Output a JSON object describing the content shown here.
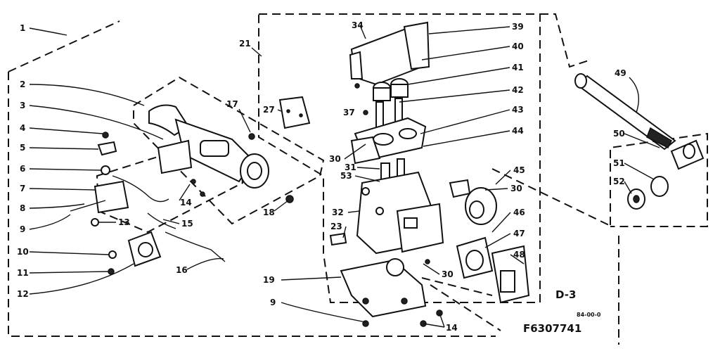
{
  "figure_id": "D-3",
  "part_number": "F6307741",
  "code": "84-00-0",
  "callouts": [
    {
      "id": "c1",
      "text": "1"
    },
    {
      "id": "c2",
      "text": "2"
    },
    {
      "id": "c3",
      "text": "3"
    },
    {
      "id": "c4",
      "text": "4"
    },
    {
      "id": "c5",
      "text": "5"
    },
    {
      "id": "c6",
      "text": "6"
    },
    {
      "id": "c7",
      "text": "7"
    },
    {
      "id": "c8",
      "text": "8"
    },
    {
      "id": "c9",
      "text": "9"
    },
    {
      "id": "c10",
      "text": "10"
    },
    {
      "id": "c11",
      "text": "11"
    },
    {
      "id": "c12",
      "text": "12"
    },
    {
      "id": "c13",
      "text": "13"
    },
    {
      "id": "c14a",
      "text": "14"
    },
    {
      "id": "c15",
      "text": "15"
    },
    {
      "id": "c16",
      "text": "16"
    },
    {
      "id": "c17",
      "text": "17"
    },
    {
      "id": "c18",
      "text": "18"
    },
    {
      "id": "c19",
      "text": "19"
    },
    {
      "id": "c9b",
      "text": "9"
    },
    {
      "id": "c14b",
      "text": "14"
    },
    {
      "id": "c21",
      "text": "21"
    },
    {
      "id": "c27",
      "text": "27"
    },
    {
      "id": "c34",
      "text": "34"
    },
    {
      "id": "c37",
      "text": "37"
    },
    {
      "id": "c39",
      "text": "39"
    },
    {
      "id": "c40",
      "text": "40"
    },
    {
      "id": "c41",
      "text": "41"
    },
    {
      "id": "c42",
      "text": "42"
    },
    {
      "id": "c43",
      "text": "43"
    },
    {
      "id": "c44",
      "text": "44"
    },
    {
      "id": "c30a",
      "text": "30"
    },
    {
      "id": "c31",
      "text": "31"
    },
    {
      "id": "c53",
      "text": "53"
    },
    {
      "id": "c32",
      "text": "32"
    },
    {
      "id": "c23",
      "text": "23"
    },
    {
      "id": "c30b",
      "text": "30"
    },
    {
      "id": "c30c",
      "text": "30"
    },
    {
      "id": "c45",
      "text": "45"
    },
    {
      "id": "c46",
      "text": "46"
    },
    {
      "id": "c47",
      "text": "47"
    },
    {
      "id": "c48",
      "text": "48"
    },
    {
      "id": "c49",
      "text": "49"
    },
    {
      "id": "c50",
      "text": "50"
    },
    {
      "id": "c51",
      "text": "51"
    },
    {
      "id": "c52",
      "text": "52"
    }
  ]
}
